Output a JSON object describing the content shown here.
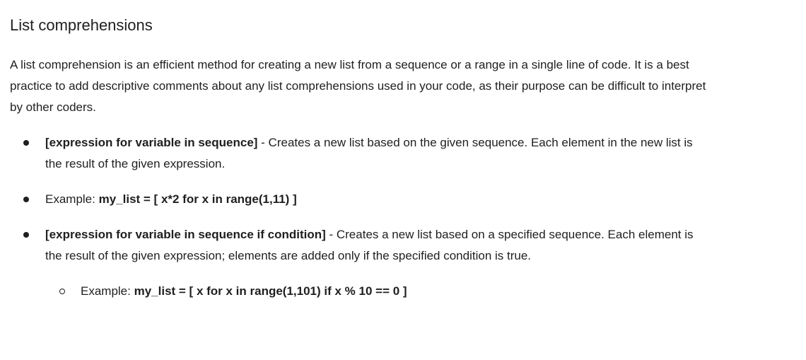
{
  "title": "List comprehensions",
  "intro": "A list comprehension is an efficient method for creating a new list from a sequence or a range in a single line of code. It is a best practice to add descriptive comments about any list comprehensions used in your code, as their purpose can be difficult to interpret by other coders.",
  "bullets": [
    {
      "bold": "[expression for variable in sequence]",
      "text": " - Creates a new list based on the given sequence. Each element in the new list is the result of the given expression."
    },
    {
      "prefix": "Example: ",
      "bold": "my_list = [ x*2 for x in range(1,11) ]"
    },
    {
      "bold": "[expression for variable in sequence if condition]",
      "text": " - Creates a new list based on a specified sequence. Each element is the result of the given expression; elements are added only if the specified condition is true."
    }
  ],
  "sub_bullets": [
    {
      "prefix": "Example: ",
      "bold": "my_list = [ x for x in range(1,101) if x % 10 == 0 ]"
    }
  ]
}
